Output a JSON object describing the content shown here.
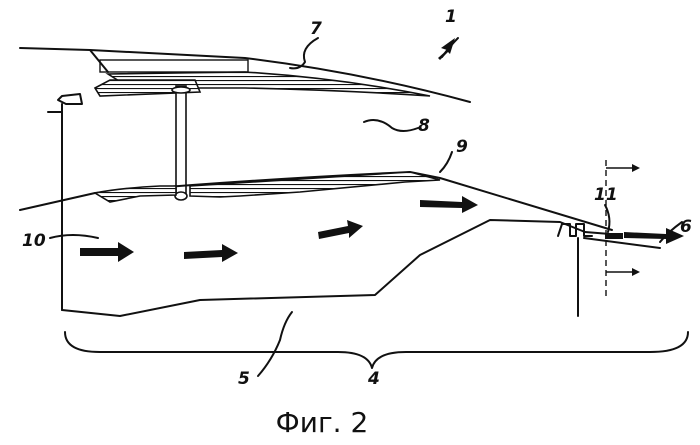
{
  "figure": {
    "caption": "Фиг. 2",
    "reference_numerals": {
      "n1": "1",
      "n4": "4",
      "n5": "5",
      "n6": "6",
      "n7": "7",
      "n8": "8",
      "n9": "9",
      "n10": "10",
      "n11": "11"
    }
  }
}
